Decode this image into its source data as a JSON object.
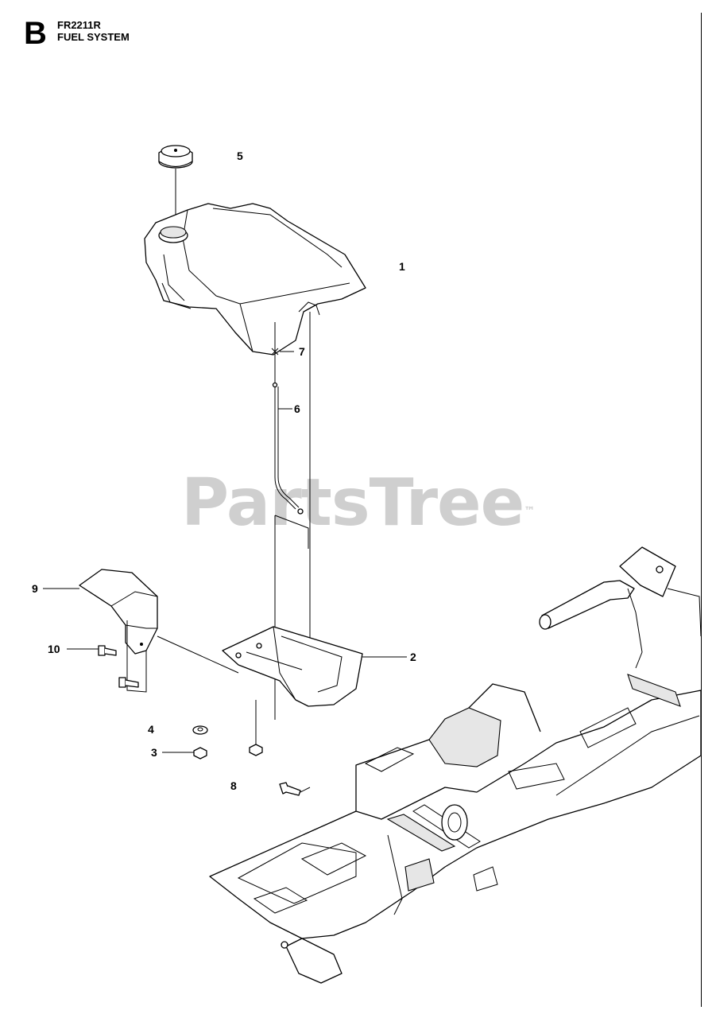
{
  "header": {
    "section": "B",
    "model": "FR2211R",
    "title": "FUEL SYSTEM"
  },
  "watermark": {
    "text": "PartsTree",
    "tm": "™"
  },
  "callouts": {
    "p1": "1",
    "p2": "2",
    "p3": "3",
    "p4": "4",
    "p5": "5",
    "p6": "6",
    "p7": "7",
    "p8": "8",
    "p9": "9",
    "p10": "10"
  }
}
